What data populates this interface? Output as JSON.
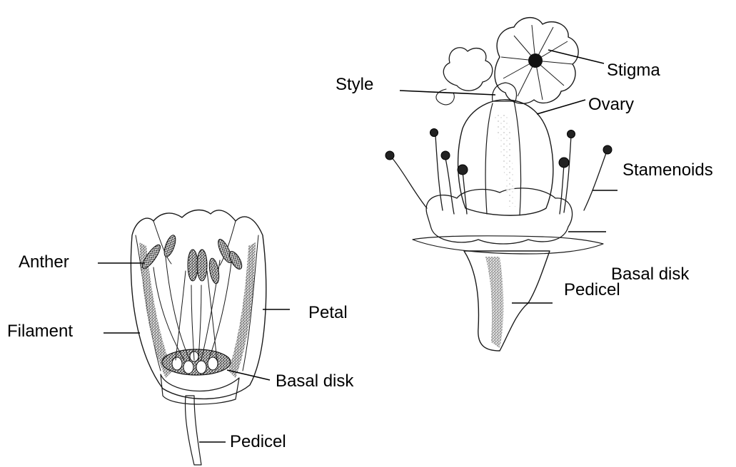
{
  "flower_left": {
    "labels": {
      "anther": "Anther",
      "filament": "Filament",
      "petal": "Petal",
      "basal_disk": "Basal disk",
      "pedicel": "Pedicel"
    }
  },
  "flower_right": {
    "labels": {
      "style": "Style",
      "stigma": "Stigma",
      "ovary": "Ovary",
      "stamenoids": "Stamenoids",
      "basal_disk": "Basal disk",
      "pedicel": "Pedicel"
    }
  },
  "colors": {
    "ink": "#1a1a1a",
    "background": "#ffffff"
  }
}
